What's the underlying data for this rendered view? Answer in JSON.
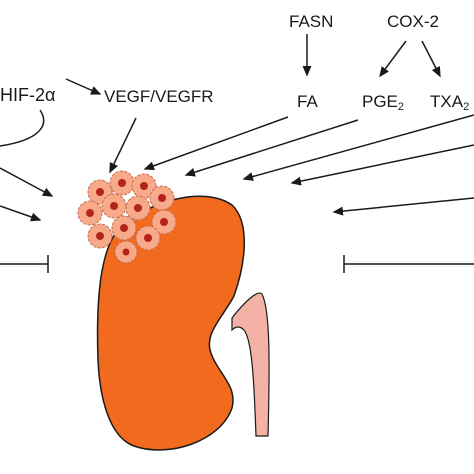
{
  "labels": {
    "hif": "HIF-2α",
    "vegf": "VEGF/VEGFR",
    "fasn": "FASN",
    "cox2": "COX-2",
    "fa": "FA",
    "pge_main": "PGE",
    "pge_sub": "2",
    "txa_main": "TXA",
    "txa_sub": "2"
  },
  "colors": {
    "kidney": "#f26a1e",
    "kidney_outline": "#1a1a1a",
    "ureter": "#f4b2a6",
    "tumor_cell": "#f7a98a",
    "tumor_nucleus": "#b3251a",
    "line": "#1a1a1a"
  }
}
